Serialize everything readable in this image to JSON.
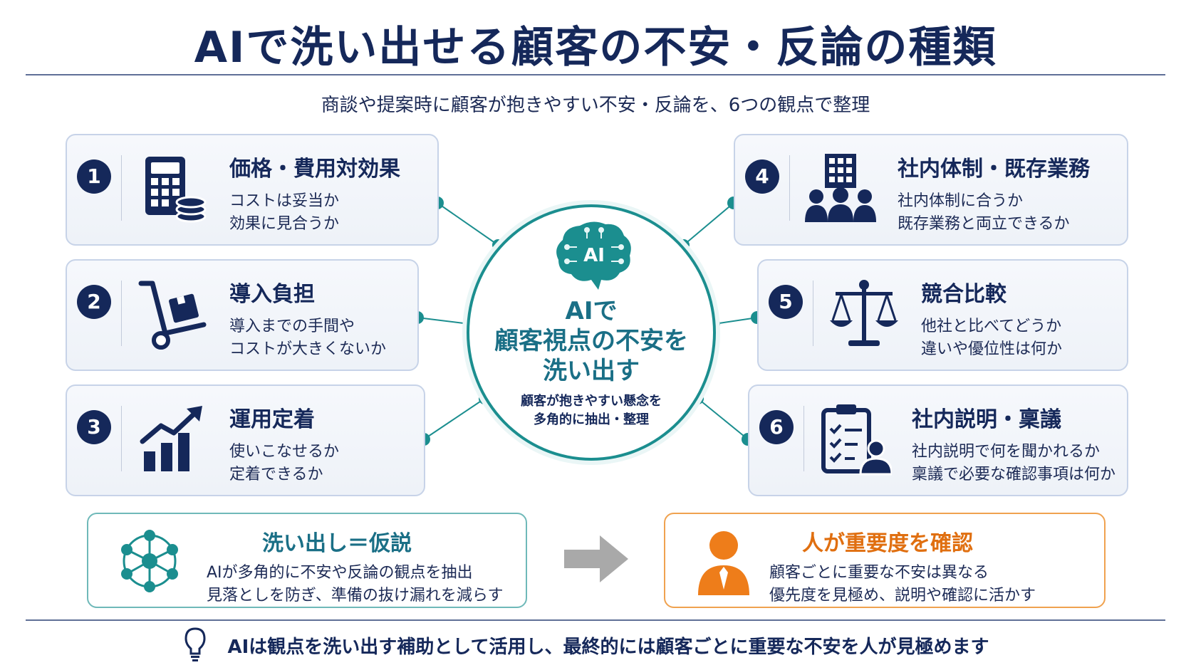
{
  "title": "AIで洗い出せる顧客の不安・反論の種類",
  "subtitle": "商談や提案時に顧客が抱きやすい不安・反論を、6つの観点で整理",
  "colors": {
    "navy": "#15285a",
    "teal": "#1b8e8f",
    "orange": "#ee7d1a"
  },
  "center": {
    "icon": "ai-brain-icon",
    "icon_label": "AI",
    "title_lines": [
      "AIで",
      "顧客視点の不安を",
      "洗い出す"
    ],
    "sub_lines": [
      "顧客が抱きやすい懸念を",
      "多角的に抽出・整理"
    ]
  },
  "categories": [
    {
      "num": "1",
      "title": "価格・費用対効果",
      "lines": [
        "コストは妥当か",
        "効果に見合うか"
      ],
      "icon": "calculator-coins-icon"
    },
    {
      "num": "2",
      "title": "導入負担",
      "lines": [
        "導入までの手間や",
        "コストが大きくないか"
      ],
      "icon": "hand-truck-icon"
    },
    {
      "num": "3",
      "title": "運用定着",
      "lines": [
        "使いこなせるか",
        "定着できるか"
      ],
      "icon": "growth-chart-icon"
    },
    {
      "num": "4",
      "title": "社内体制・既存業務",
      "lines": [
        "社内体制に合うか",
        "既存業務と両立できるか"
      ],
      "icon": "building-team-icon"
    },
    {
      "num": "5",
      "title": "競合比較",
      "lines": [
        "他社と比べてどうか",
        "違いや優位性は何か"
      ],
      "icon": "balance-scale-icon"
    },
    {
      "num": "6",
      "title": "社内説明・稟議",
      "lines": [
        "社内説明で何を聞かれるか",
        "稟議で必要な確認事項は何か"
      ],
      "icon": "clipboard-person-icon"
    }
  ],
  "bottom": {
    "left": {
      "title": "洗い出し＝仮説",
      "lines": [
        "AIが多角的に不安や反論の観点を抽出",
        "見落としを防ぎ、準備の抜け漏れを減らす"
      ],
      "icon": "network-icon"
    },
    "arrow_icon": "arrow-right-icon",
    "right": {
      "title": "人が重要度を確認",
      "lines": [
        "顧客ごとに重要な不安は異なる",
        "優先度を見極め、説明や確認に活かす"
      ],
      "icon": "person-icon"
    }
  },
  "footer": {
    "icon": "lightbulb-icon",
    "text": "AIは観点を洗い出す補助として活用し、最終的には顧客ごとに重要な不安を人が見極めます"
  }
}
